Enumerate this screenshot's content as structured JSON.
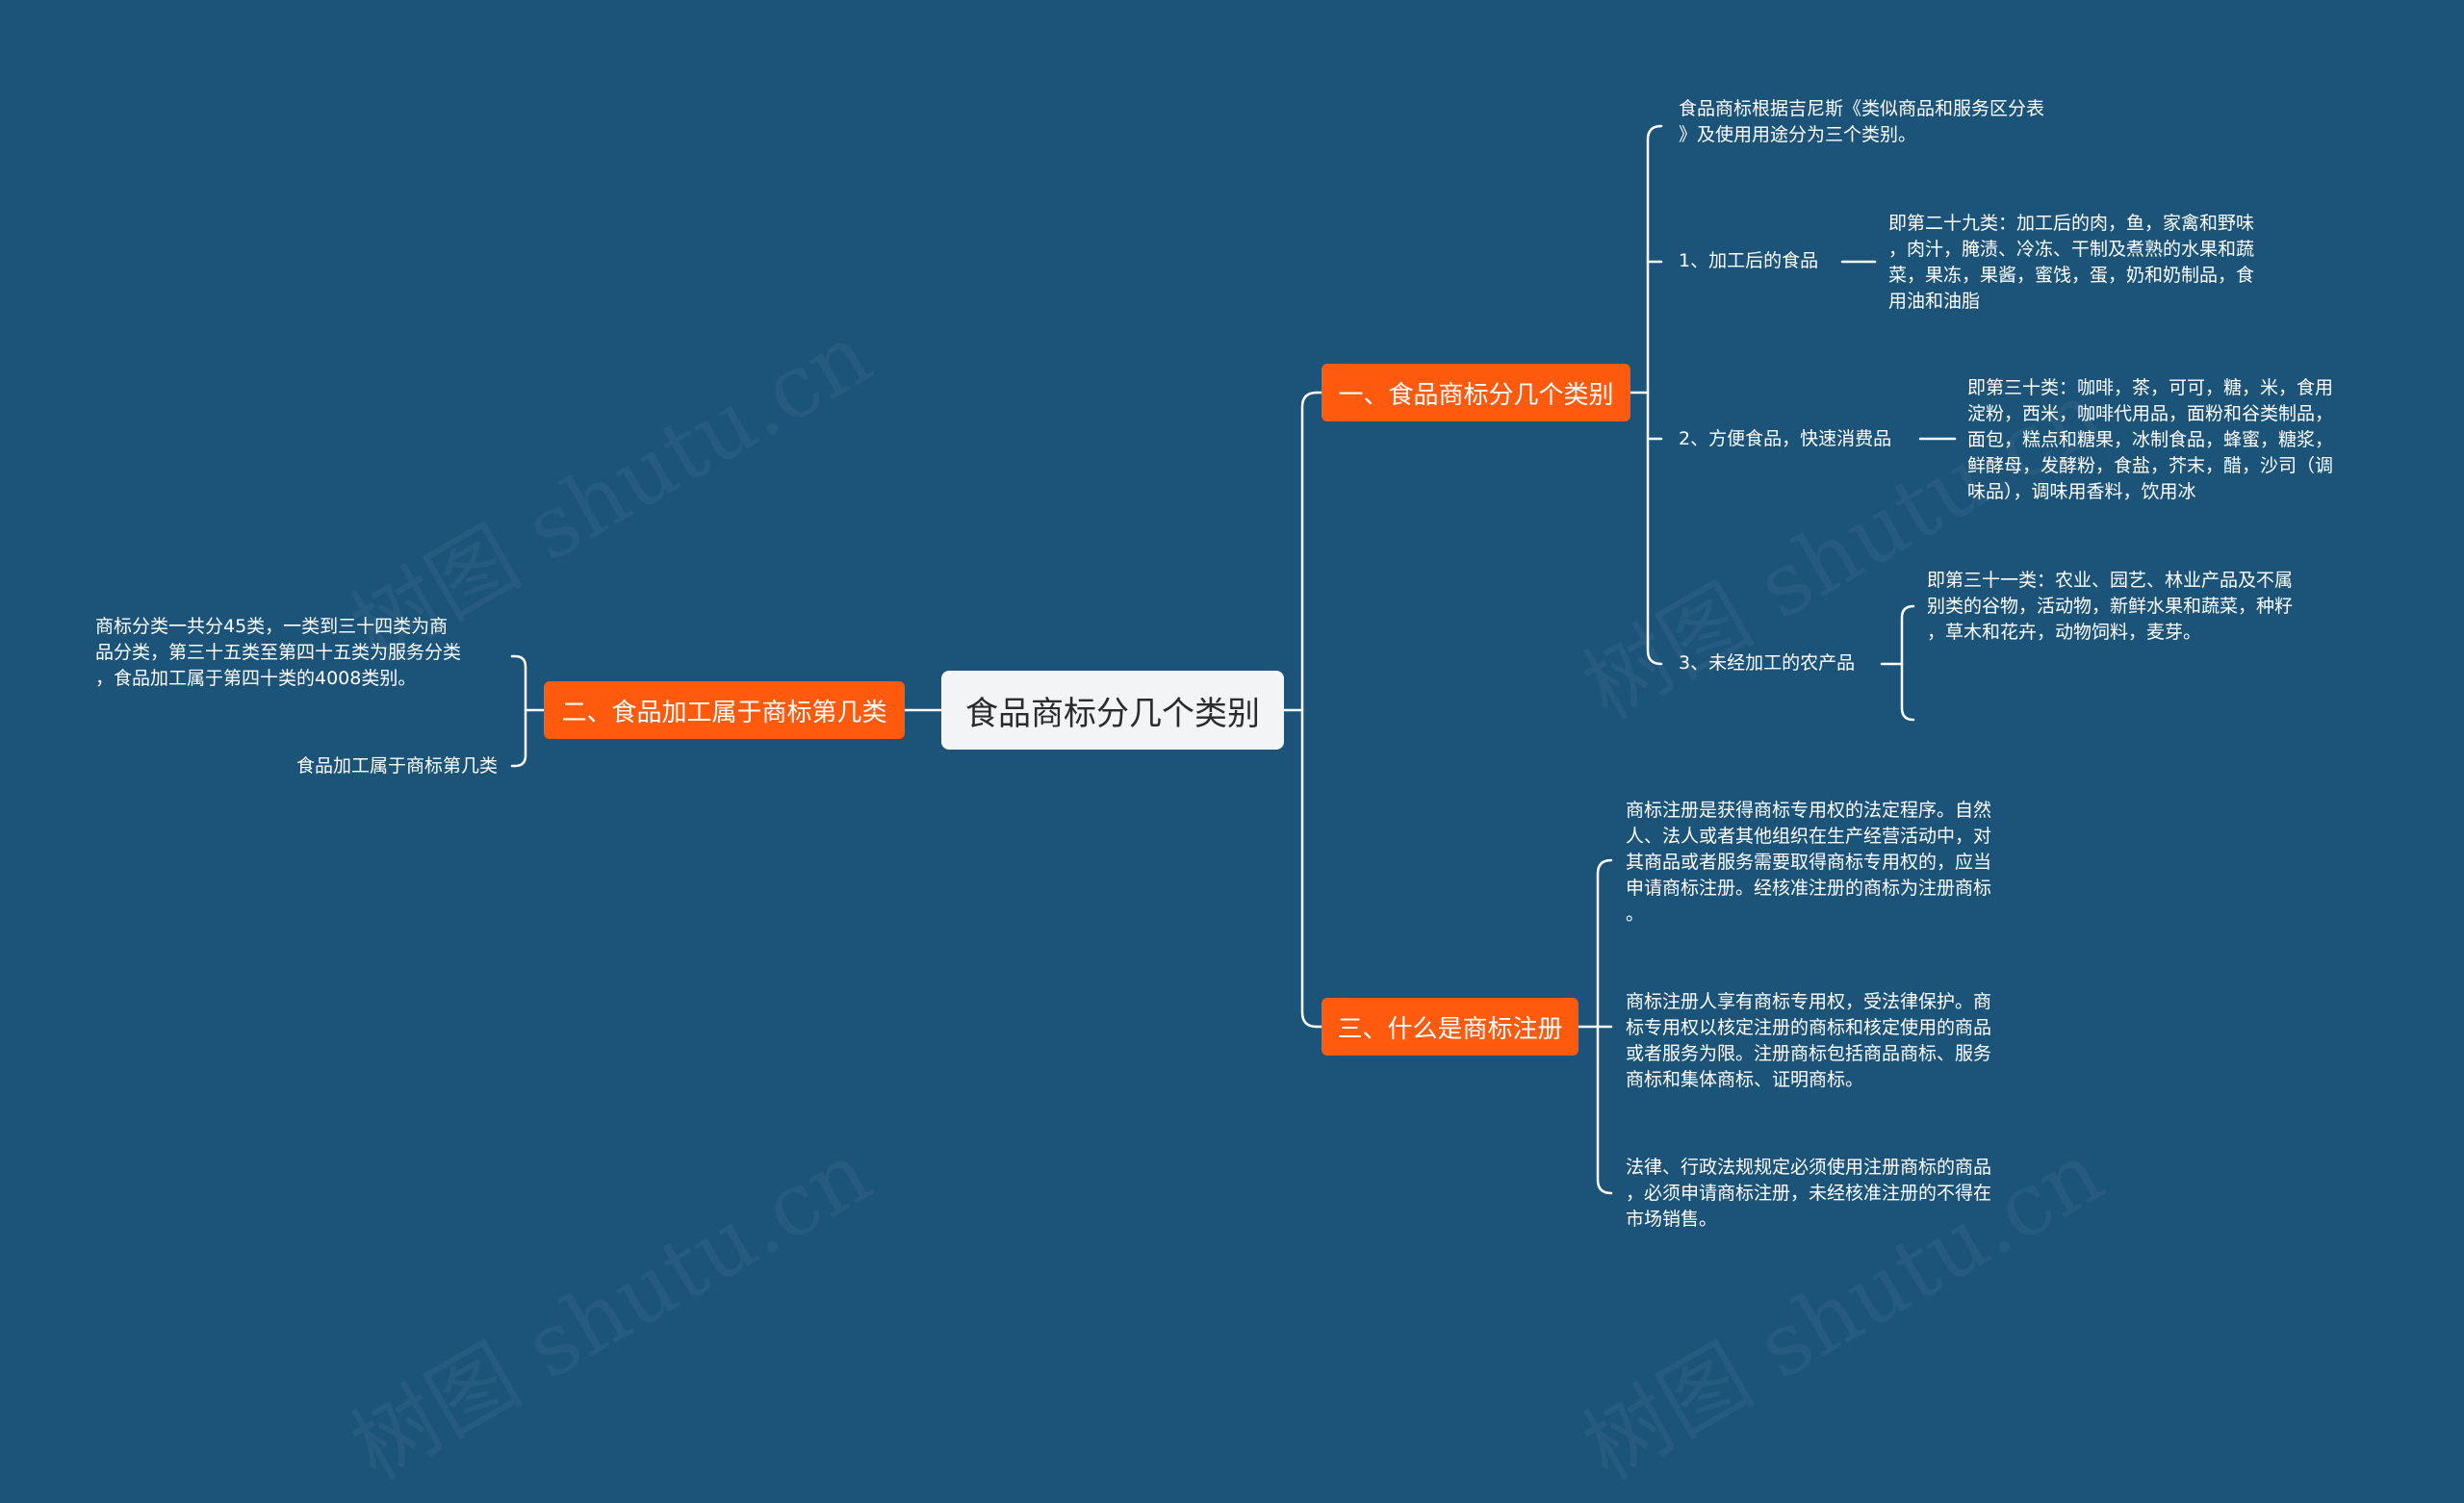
{
  "watermark": "树图 shutu.cn",
  "root": {
    "label": "食品商标分几个类别"
  },
  "branch1": {
    "label": "一、食品商标分几个类别",
    "intro": [
      "食品商标根据吉尼斯《类似商品和服务区分表",
      "》及使用用途分为三个类别。"
    ],
    "item1": {
      "label": "1、加工后的食品",
      "detail": [
        "即第二十九类：加工后的肉，鱼，家禽和野味",
        "，肉汁，腌渍、冷冻、干制及煮熟的水果和蔬",
        "菜，果冻，果酱，蜜饯，蛋，奶和奶制品，食",
        "用油和油脂"
      ]
    },
    "item2": {
      "label": "2、方便食品，快速消费品",
      "detail": [
        "即第三十类：咖啡，茶，可可，糖，米，食用",
        "淀粉，西米，咖啡代用品，面粉和谷类制品，",
        "面包，糕点和糖果，冰制食品，蜂蜜，糖浆，",
        "鲜酵母，发酵粉，食盐，芥末，醋，沙司（调",
        "味品），调味用香料，饮用冰"
      ]
    },
    "item3": {
      "label": "3、未经加工的农产品",
      "detail": [
        "即第三十一类：农业、园艺、林业产品及不属",
        "别类的谷物，活动物，新鲜水果和蔬菜，种籽",
        "，草木和花卉，动物饲料，麦芽。"
      ]
    }
  },
  "branch2": {
    "label": "二、食品加工属于商标第几类",
    "text1": [
      "商标分类一共分45类，一类到三十四类为商",
      "品分类，第三十五类至第四十五类为服务分类",
      "，食品加工属于第四十类的4008类别。"
    ],
    "text2": [
      "食品加工属于商标第几类"
    ]
  },
  "branch3": {
    "label": "三、什么是商标注册",
    "text1": [
      "商标注册是获得商标专用权的法定程序。自然",
      "人、法人或者其他组织在生产经营活动中，对",
      "其商品或者服务需要取得商标专用权的，应当",
      "申请商标注册。经核准注册的商标为注册商标",
      "。"
    ],
    "text2": [
      "商标注册人享有商标专用权，受法律保护。商",
      "标专用权以核定注册的商标和核定使用的商品",
      "或者服务为限。注册商标包括商品商标、服务",
      "商标和集体商标、证明商标。"
    ],
    "text3": [
      "法律、行政法规规定必须使用注册商标的商品",
      "，必须申请商标注册，未经核准注册的不得在",
      "市场销售。"
    ]
  }
}
